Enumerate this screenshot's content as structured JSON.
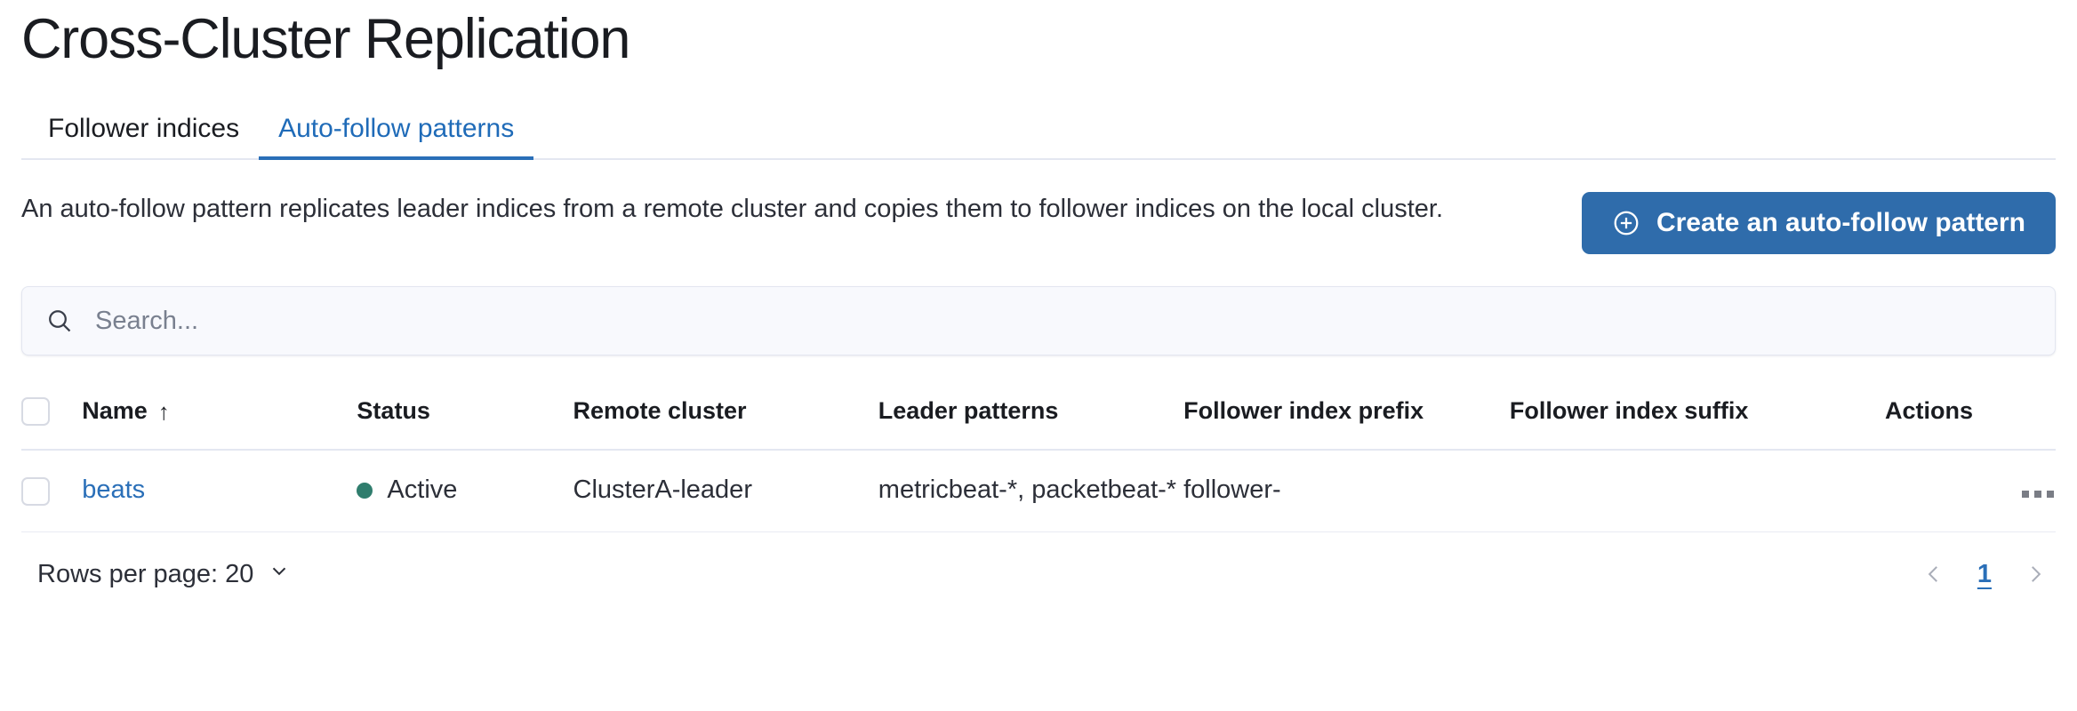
{
  "header": {
    "title": "Cross-Cluster Replication"
  },
  "tabs": [
    {
      "label": "Follower indices",
      "active": false
    },
    {
      "label": "Auto-follow patterns",
      "active": true
    }
  ],
  "description": {
    "text": "An auto-follow pattern replicates leader indices from a remote cluster and copies them to follower indices on the local cluster."
  },
  "actions": {
    "create_label": "Create an auto-follow pattern",
    "create_icon": "plus-circle-icon",
    "create_color": "#2f6cab"
  },
  "search": {
    "placeholder": "Search...",
    "value": "",
    "icon": "search-icon"
  },
  "table": {
    "columns": [
      {
        "key": "select",
        "label": ""
      },
      {
        "key": "name",
        "label": "Name",
        "sort": "asc",
        "sort_glyph": "↑"
      },
      {
        "key": "status",
        "label": "Status"
      },
      {
        "key": "remote_cluster",
        "label": "Remote cluster"
      },
      {
        "key": "leader_patterns",
        "label": "Leader patterns"
      },
      {
        "key": "follower_index_prefix",
        "label": "Follower index prefix"
      },
      {
        "key": "follower_index_suffix",
        "label": "Follower index suffix"
      },
      {
        "key": "actions",
        "label": "Actions"
      }
    ],
    "rows": [
      {
        "name": "beats",
        "status": "Active",
        "status_color": "#2f7d6d",
        "remote_cluster": "ClusterA-leader",
        "leader_patterns": "metricbeat-*, packetbeat-*",
        "follower_index_prefix": "follower-",
        "follower_index_suffix": "",
        "actions_icon": "context-menu-icon"
      }
    ]
  },
  "footer": {
    "rows_per_page_label": "Rows per page: 20",
    "rows_per_page_value": "20",
    "chevron_icon": "chevron-down-icon",
    "prev_icon": "chevron-left-icon",
    "next_icon": "chevron-right-icon",
    "current_page": "1"
  }
}
